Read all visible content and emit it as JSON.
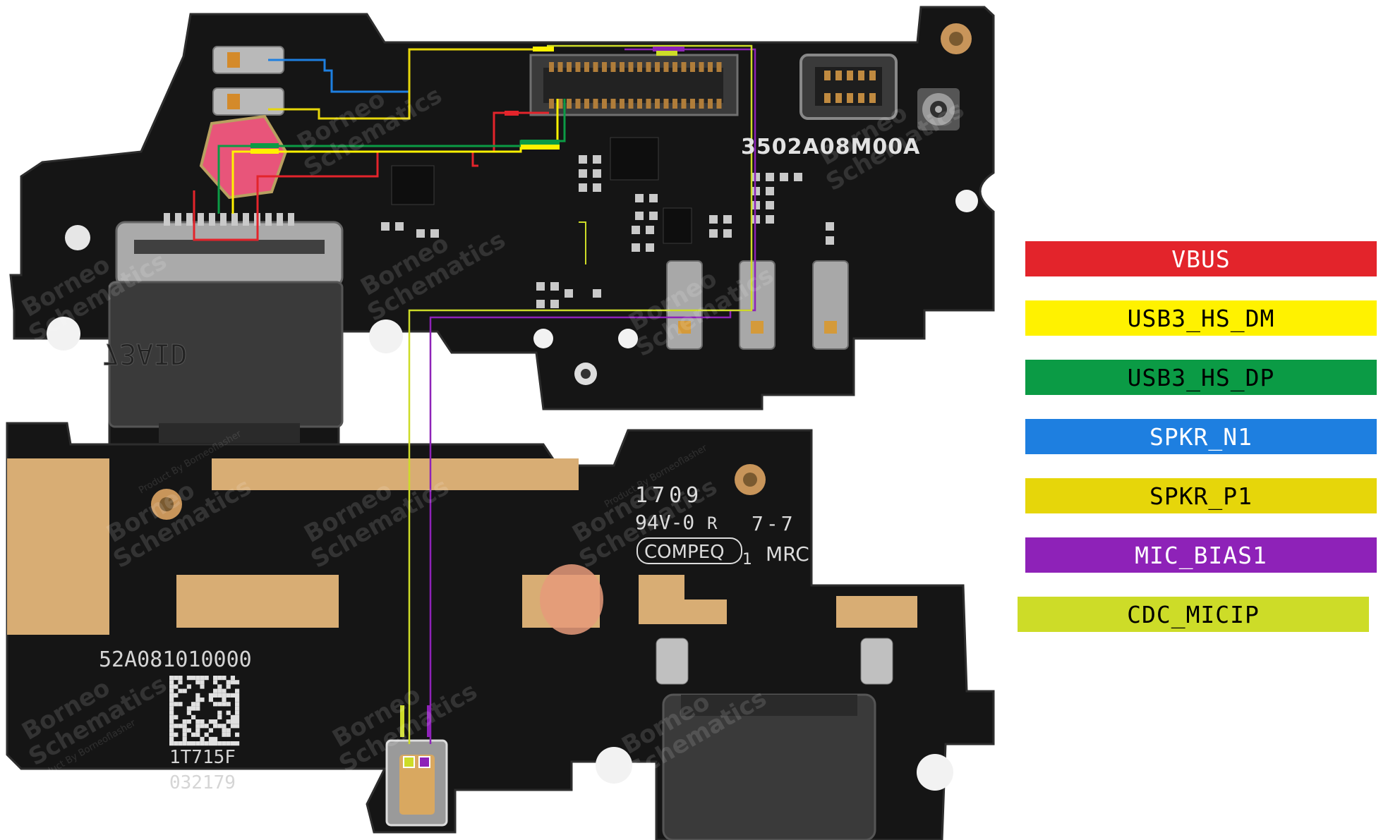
{
  "legend": [
    {
      "label": "VBUS",
      "bg": "#e3242b",
      "fg": "#ffffff"
    },
    {
      "label": "USB3_HS_DM",
      "bg": "#fff200",
      "fg": "#000000"
    },
    {
      "label": "USB3_HS_DP",
      "bg": "#0b9b45",
      "fg": "#000000"
    },
    {
      "label": "SPKR_N1",
      "bg": "#1e7fe0",
      "fg": "#ffffff"
    },
    {
      "label": "SPKR_P1",
      "bg": "#e6d60a",
      "fg": "#000000"
    },
    {
      "label": "MIC_BIAS1",
      "bg": "#8e22b8",
      "fg": "#ffffff"
    },
    {
      "label": "CDC_MICIP",
      "bg": "#cddc28",
      "fg": "#000000"
    }
  ],
  "board_top": {
    "part_number": "3502A08M00A",
    "usb_marking": "73AID"
  },
  "board_bottom": {
    "date_code": "1709",
    "flammability": "94V-0",
    "ul_mark": "R",
    "rev": "7-7",
    "maker": "COMPEQ",
    "maker_suffix": "1",
    "mrc": "MRC",
    "board_id": "52A081010000",
    "lot_1": "1T715F",
    "lot_2": "032179"
  },
  "watermark": {
    "line1": "Borneo",
    "line2": "Schematics",
    "line3": "Product By Borneoflasher"
  },
  "colors": {
    "pcb": "#161616",
    "pcb_edge": "#2a2a2a",
    "gold": "#d4a868",
    "copper_pad": "#c7944f",
    "connector": "#2b2b2b"
  }
}
